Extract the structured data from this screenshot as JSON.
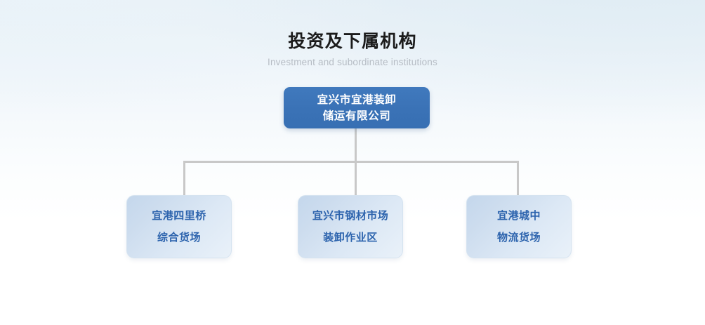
{
  "heading": {
    "title": "投资及下属机构",
    "subtitle": "Investment and subordinate institutions"
  },
  "chart": {
    "type": "org-chart",
    "colors": {
      "root_fill": "#3a72b6",
      "root_text": "#ffffff",
      "child_fill": "#ccdcee",
      "child_text": "#2c63ad",
      "connector": "#c8c8c8",
      "title_text": "#1b1b1b",
      "subtitle_text": "#b6bcc4"
    },
    "root": {
      "id": "root",
      "lines": [
        "宜兴市宜港装卸",
        "储运有限公司"
      ]
    },
    "children": [
      {
        "id": "child-1",
        "lines": [
          "宜港四里桥",
          "综合货场"
        ]
      },
      {
        "id": "child-2",
        "lines": [
          "宜兴市钢材市场",
          "装卸作业区"
        ]
      },
      {
        "id": "child-3",
        "lines": [
          "宜港城中",
          "物流货场"
        ]
      }
    ]
  }
}
